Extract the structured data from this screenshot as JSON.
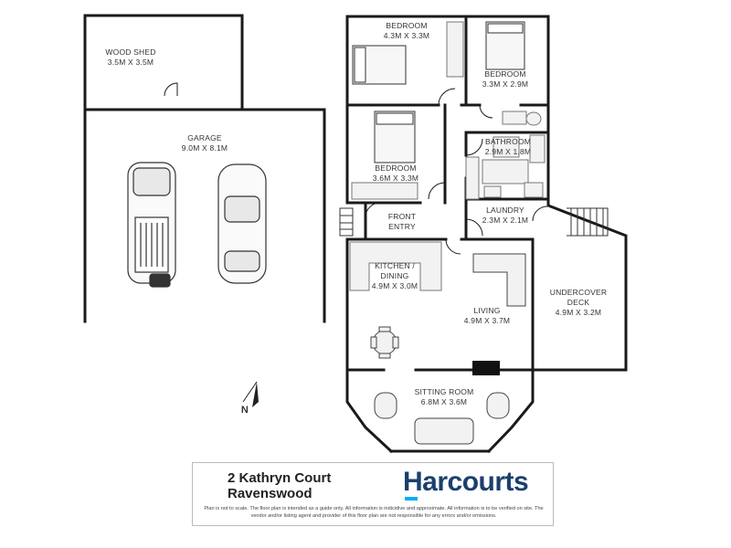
{
  "rooms": {
    "wood_shed": {
      "name": "WOOD SHED",
      "size": "3.5M X 3.5M"
    },
    "garage": {
      "name": "GARAGE",
      "size": "9.0M X 8.1M"
    },
    "bedroom_1": {
      "name": "BEDROOM",
      "size": "4.3M X 3.3M"
    },
    "bedroom_2": {
      "name": "BEDROOM",
      "size": "3.3M X 2.9M"
    },
    "bedroom_3": {
      "name": "BEDROOM",
      "size": "3.6M X 3.3M"
    },
    "bathroom": {
      "name": "BATHROOM",
      "size": "2.9M X 1.8M"
    },
    "laundry": {
      "name": "LAUNDRY",
      "size": "2.3M X 2.1M"
    },
    "front_entry": {
      "line1": "FRONT",
      "line2": "ENTRY"
    },
    "kitchen": {
      "line1": "KITCHEN /",
      "line2": "DINING",
      "size": "4.9M X 3.0M"
    },
    "living": {
      "name": "LIVING",
      "size": "4.9M X 3.7M"
    },
    "deck": {
      "line1": "UNDERCOVER",
      "line2": "DECK",
      "size": "4.9M X 3.2M"
    },
    "sitting": {
      "name": "SITTING ROOM",
      "size": "6.8M X 3.6M"
    }
  },
  "compass": {
    "label": "N"
  },
  "footer": {
    "address_line1": "2 Kathryn Court",
    "address_line2": "Ravenswood",
    "brand": "Harcourts",
    "disclaimer": "Plan is not to scale. The floor plan is intended as a guide only. All information is indicidive and approximate. All information is to be verified on site. The vendor and/or listing agent and provider of this floor plan are not responsible for any errors and/or omissions."
  },
  "colors": {
    "wall": "#1a1a1a",
    "fixture": "#777777",
    "furniture_fill": "#f2f2f2",
    "brand_blue": "#1b3f6e",
    "brand_accent": "#00aeef"
  }
}
